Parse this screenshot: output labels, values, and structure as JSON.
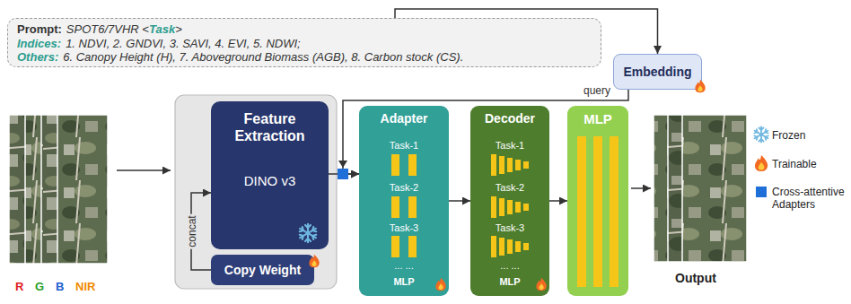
{
  "diagram": {
    "nodes": [
      {
        "text": [
          "Prompt:",
          "SPOT6/7VHR <",
          "Task",
          ">",
          "Indices:",
          "1. NDVI, 2. GNDVI, 3. SAVI, 4. EVI, 5. NDWI;",
          "Others:",
          "6. Canopy Height (H), 7. Aboveground Biomass (AGB), 8. Carbon stock (CS)."
        ]
      },
      {
        "text": [
          "Embedding"
        ]
      },
      {
        "text": [
          "Feature Extraction",
          "DINO v3"
        ]
      },
      {
        "text": [
          "Copy Weight"
        ]
      },
      {
        "text": [
          "Adapter",
          "Task-1",
          "Task-2",
          "Task-3",
          "... ...",
          "MLP"
        ]
      },
      {
        "text": [
          "Decoder",
          "Task-1",
          "Task-2",
          "Task-3",
          "... ...",
          "MLP"
        ]
      },
      {
        "text": [
          "MLP"
        ]
      }
    ],
    "edges": [
      {
        "from": 0,
        "to": 1,
        "arrow": "to"
      },
      {
        "from": 1,
        "to": 4,
        "arrow": "to"
      },
      {
        "from": 2,
        "to": 4,
        "arrow": "to"
      },
      {
        "from": 3,
        "to": 2,
        "label": "concat",
        "arrow": "to"
      },
      {
        "from": 4,
        "to": 5,
        "arrow": "to"
      },
      {
        "from": 5,
        "to": 6,
        "arrow": "to"
      }
    ],
    "labels": [
      "query",
      "R",
      "G",
      "B",
      "NIR",
      "Output"
    ],
    "legend": [
      {
        "text": "Frozen"
      },
      {
        "text": "Trainable"
      },
      {
        "text": "Cross-attentive Adapters",
        "color": "#1f6fd8"
      }
    ]
  }
}
